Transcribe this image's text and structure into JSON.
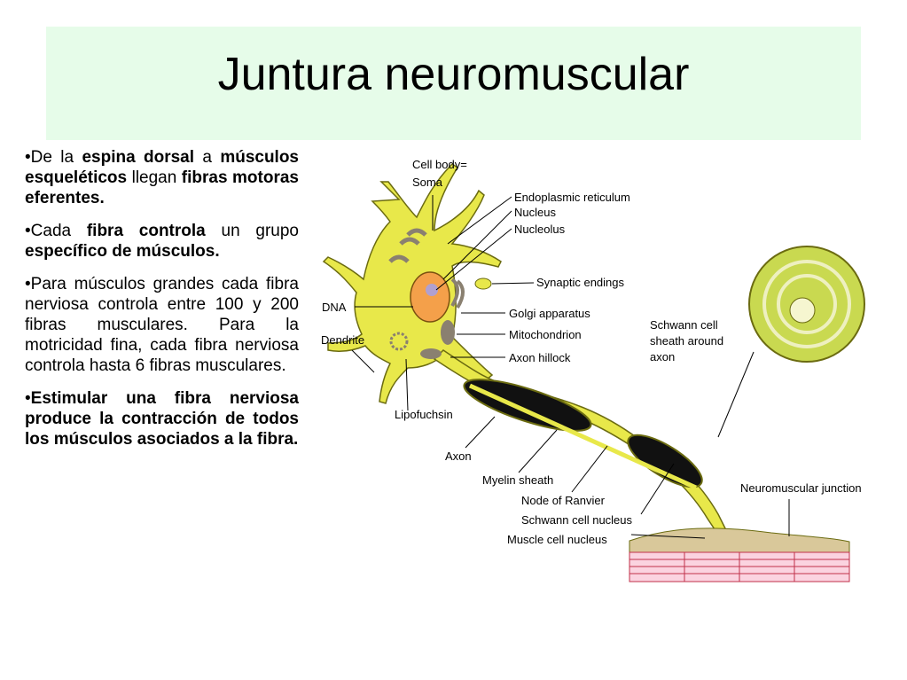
{
  "slide": {
    "title": "Juntura neuromuscular"
  },
  "bullets": [
    {
      "marker": "•",
      "parts": [
        {
          "text": "De la ",
          "bold": false
        },
        {
          "text": "espina dorsal",
          "bold": true
        },
        {
          "text": " a ",
          "bold": false
        },
        {
          "text": "músculos esqueléticos",
          "bold": true
        },
        {
          "text": " llegan ",
          "bold": false
        },
        {
          "text": "fibras motoras eferentes.",
          "bold": true
        }
      ]
    },
    {
      "marker": "•",
      "parts": [
        {
          "text": "Cada ",
          "bold": false
        },
        {
          "text": "fibra controla",
          "bold": true
        },
        {
          "text": " un grupo ",
          "bold": false
        },
        {
          "text": "específico de músculos.",
          "bold": true
        }
      ]
    },
    {
      "marker": "•",
      "parts": [
        {
          "text": "Para músculos grandes cada fibra nerviosa controla entre 100 y 200 fibras musculares. Para la motricidad fina, cada fibra nerviosa controla hasta 6 fibras musculares.",
          "bold": false
        }
      ]
    },
    {
      "marker": "•",
      "parts": [
        {
          "text": "Estimular una fibra nerviosa produce la contracción de todos los músculos asociados a la fibra.",
          "bold": true
        }
      ]
    }
  ],
  "diagram": {
    "labels": {
      "cell_body_1": "Cell body=",
      "cell_body_2": "Soma",
      "er": "Endoplasmic reticulum",
      "nucleus": "Nucleus",
      "nucleolus": "Nucleolus",
      "synaptic": "Synaptic endings",
      "dna": "DNA",
      "golgi": "Golgi apparatus",
      "mito": "Mitochondrion",
      "dendrite": "Dendrite",
      "hillock": "Axon hillock",
      "schwann_sheath_1": "Schwann cell",
      "schwann_sheath_2": "sheath around",
      "schwann_sheath_3": "axon",
      "lipofuchsin": "Lipofuchsin",
      "axon": "Axon",
      "myelin": "Myelin sheath",
      "ranvier": "Node of Ranvier",
      "nmj": "Neuromuscular junction",
      "schwann_nucleus": "Schwann cell nucleus",
      "muscle_nucleus": "Muscle cell nucleus"
    },
    "colors": {
      "neuron_fill": "#e8e84a",
      "neuron_stroke": "#6b6b10",
      "myelin_fill": "#111111",
      "muscle_fill": "#fbd3e0",
      "muscle_line": "#c0304a",
      "nucleus_fill": "#f4a04a",
      "organelle_fill": "#8a8070",
      "title_bg": "#e6fce9"
    }
  }
}
